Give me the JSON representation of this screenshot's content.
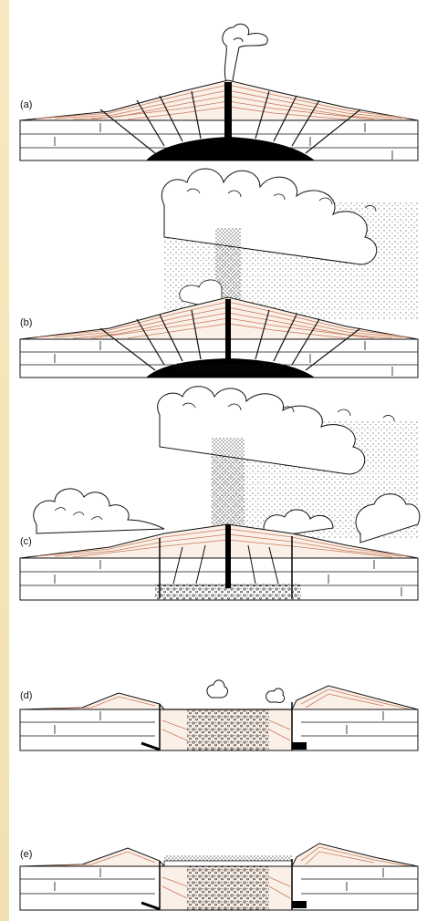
{
  "figure": {
    "panels": [
      {
        "label": "(a)"
      },
      {
        "label": "(b)"
      },
      {
        "label": "(c)"
      },
      {
        "label": "(d)"
      },
      {
        "label": "(e)"
      }
    ]
  },
  "colors": {
    "background_frame": "#f4e4b8",
    "paper": "#ffffff",
    "strata_lines": "#c87a5a",
    "ink": "#111111",
    "magma": "#000000"
  }
}
